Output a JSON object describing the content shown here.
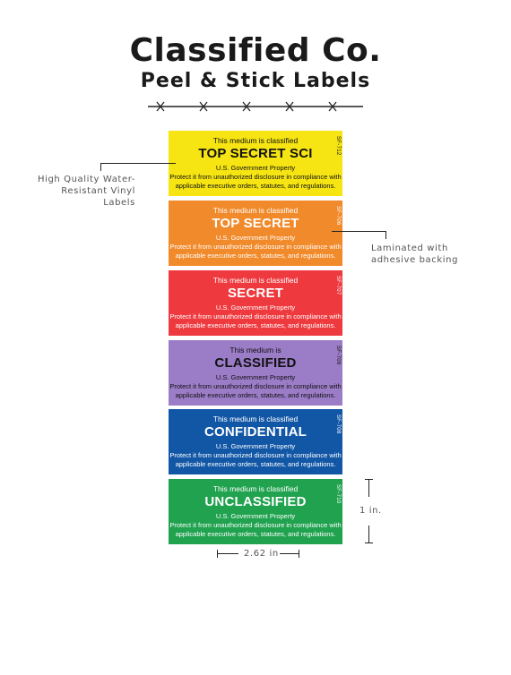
{
  "header": {
    "title": "Classified Co.",
    "subtitle": "Peel & Stick Labels"
  },
  "labels": [
    {
      "small": "This medium is classified",
      "big": "TOP SECRET SCI",
      "property": "U.S. Government Property",
      "body": "Protect it from unauthorized disclosure in compliance with applicable executive orders, statutes, and regulations.",
      "code": "SF-712",
      "bg": "#f6e512",
      "fg": "#111111"
    },
    {
      "small": "This medium is classified",
      "big": "TOP SECRET",
      "property": "U.S. Government Property",
      "body": "Protect it from unauthorized disclosure in compliance with applicable executive orders, statutes, and regulations.",
      "code": "SF-706",
      "bg": "#f18a2b",
      "fg": "#ffffff"
    },
    {
      "small": "This medium is classified",
      "big": "SECRET",
      "property": "U.S. Government Property",
      "body": "Protect it from unauthorized disclosure in compliance with applicable executive orders, statutes, and regulations.",
      "code": "SF-707",
      "bg": "#ee3a3f",
      "fg": "#ffffff"
    },
    {
      "small": "This medium is",
      "big": "CLASSIFIED",
      "property": "U.S. Government Property",
      "body": "Protect it from unauthorized disclosure in compliance with applicable executive orders, statutes, and regulations.",
      "code": "SF-709",
      "bg": "#9b7cc6",
      "fg": "#111111"
    },
    {
      "small": "This medium is classified",
      "big": "CONFIDENTIAL",
      "property": "U.S. Government Property",
      "body": "Protect it from unauthorized disclosure in compliance with applicable executive orders, statutes, and regulations.",
      "code": "SF-708",
      "bg": "#1257a6",
      "fg": "#ffffff"
    },
    {
      "small": "This medium is classified",
      "big": "UNCLASSIFIED",
      "property": "U.S. Government Property",
      "body": "Protect it from unauthorized disclosure in compliance with applicable executive orders, statutes, and regulations.",
      "code": "SF-710",
      "bg": "#20a24f",
      "fg": "#ffffff"
    }
  ],
  "annotations": {
    "left_line1": "High Quality Water-",
    "left_line2": "Resistant Vinyl Labels",
    "right_line1": "Laminated with",
    "right_line2": "adhesive backing",
    "height": "1 in.",
    "width": "2.62 in"
  }
}
